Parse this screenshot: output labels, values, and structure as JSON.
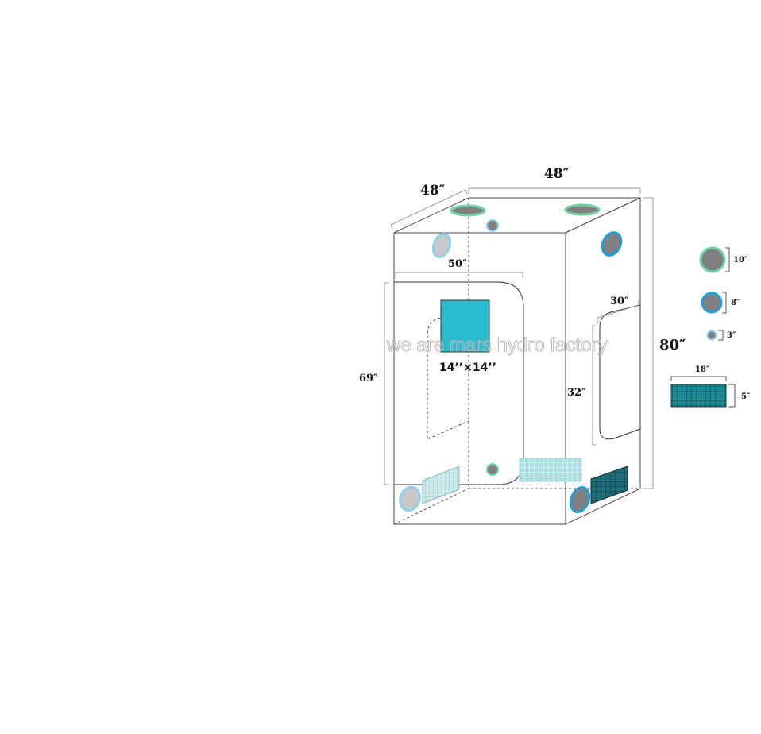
{
  "dimensions": {
    "depth": "48″",
    "width": "48″",
    "height": "80″",
    "front_door_width": "50″",
    "front_door_height": "69″",
    "side_window_width": "30″",
    "side_window_height": "32″",
    "tool_bag": "14’’×14’’"
  },
  "legend": {
    "port_10": "10″",
    "port_8": "8″",
    "port_3": "3″",
    "vent_width": "18″",
    "vent_height": "5″"
  },
  "watermark": "we are mars hydro factory",
  "colors": {
    "green_ring": "#6fd3a0",
    "blue_ring": "#1e9fd8",
    "light_blue_ring": "#8fd0ea",
    "port_fill": "#808080",
    "tool_bag": "#2bbccf",
    "vent_dark": "#1d8c96",
    "vent_light": "#9fd9dc",
    "vent_side": "#206d77"
  },
  "icons": {
    "port": "round-duct-port-icon",
    "vent": "mesh-vent-icon"
  }
}
